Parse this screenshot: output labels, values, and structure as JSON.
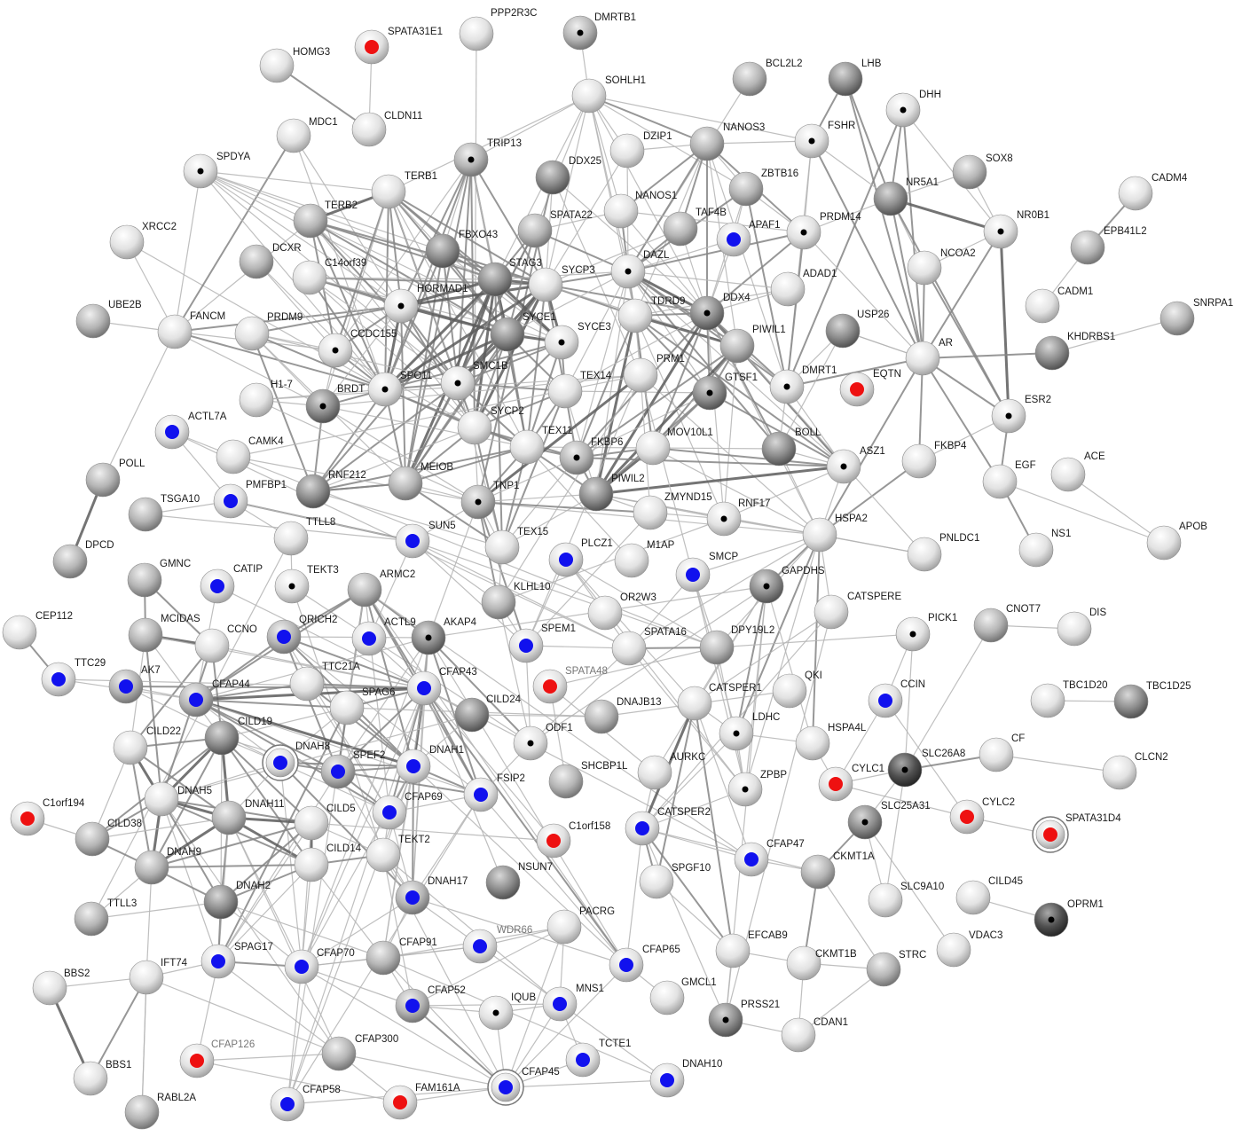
{
  "network": {
    "colors": {
      "background": "#ffffff",
      "mark_red": "#ee1111",
      "mark_blue": "#1111ee",
      "mark_black": "#000000"
    },
    "nodes": [
      {
        "id": "SPATA31E1",
        "mark": "red",
        "shade": "light"
      },
      {
        "id": "PPP2R3C",
        "shade": "light"
      },
      {
        "id": "DMRTB1",
        "mark": "black",
        "shade": "mid"
      },
      {
        "id": "HOMG3",
        "shade": "light"
      },
      {
        "id": "CLDN11",
        "shade": "light"
      },
      {
        "id": "MDC1",
        "shade": "light"
      },
      {
        "id": "SOHLH1",
        "shade": "light"
      },
      {
        "id": "BCL2L2",
        "shade": "mid"
      },
      {
        "id": "LHB",
        "shade": "dark"
      },
      {
        "id": "DHH",
        "mark": "black",
        "shade": "light"
      },
      {
        "id": "FSHR",
        "mark": "black",
        "shade": "light"
      },
      {
        "id": "DZIP1",
        "shade": "light"
      },
      {
        "id": "NANOS3",
        "shade": "mid"
      },
      {
        "id": "SPDYA",
        "mark": "black",
        "shade": "light"
      },
      {
        "id": "TRIP13",
        "mark": "black",
        "shade": "mid"
      },
      {
        "id": "DDX25",
        "shade": "dark"
      },
      {
        "id": "ZBTB16",
        "shade": "mid"
      },
      {
        "id": "SOX8",
        "shade": "mid"
      },
      {
        "id": "CADM4",
        "shade": "light"
      },
      {
        "id": "TERB1",
        "shade": "light"
      },
      {
        "id": "NANOS1",
        "shade": "light"
      },
      {
        "id": "TAF4B",
        "shade": "mid"
      },
      {
        "id": "NR5A1",
        "shade": "dark"
      },
      {
        "id": "TERB2",
        "shade": "mid"
      },
      {
        "id": "SPATA22",
        "shade": "mid"
      },
      {
        "id": "APAF1",
        "mark": "blue",
        "shade": "light"
      },
      {
        "id": "PRDM14",
        "mark": "black",
        "shade": "light"
      },
      {
        "id": "NR0B1",
        "mark": "black",
        "shade": "light"
      },
      {
        "id": "XRCC2",
        "shade": "light"
      },
      {
        "id": "FBXO43",
        "shade": "dark"
      },
      {
        "id": "EPB41L2",
        "shade": "mid"
      },
      {
        "id": "DCXR",
        "shade": "mid"
      },
      {
        "id": "C14orf39",
        "shade": "light"
      },
      {
        "id": "STAG3",
        "shade": "dark"
      },
      {
        "id": "SYCP3",
        "shade": "light"
      },
      {
        "id": "DAZL",
        "mark": "black",
        "shade": "light"
      },
      {
        "id": "NCOA2",
        "shade": "light"
      },
      {
        "id": "ADAD1",
        "shade": "light"
      },
      {
        "id": "HORMAD1",
        "mark": "black",
        "shade": "light"
      },
      {
        "id": "CADM1",
        "shade": "light"
      },
      {
        "id": "SNRPA1",
        "shade": "mid"
      },
      {
        "id": "UBE2B",
        "shade": "mid"
      },
      {
        "id": "FANCM",
        "shade": "light"
      },
      {
        "id": "PRDM9",
        "shade": "light"
      },
      {
        "id": "CCDC155",
        "mark": "black",
        "shade": "light"
      },
      {
        "id": "TDRD9",
        "shade": "light"
      },
      {
        "id": "DDX4",
        "mark": "black",
        "shade": "dark"
      },
      {
        "id": "SYCE1",
        "shade": "dark"
      },
      {
        "id": "USP26",
        "shade": "dark"
      },
      {
        "id": "SYCE3",
        "mark": "black",
        "shade": "light"
      },
      {
        "id": "PIWIL1",
        "shade": "mid"
      },
      {
        "id": "KHDRBS1",
        "shade": "dark"
      },
      {
        "id": "AR",
        "shade": "light"
      },
      {
        "id": "BRDT",
        "mark": "black",
        "shade": "dark"
      },
      {
        "id": "SPO11",
        "mark": "black",
        "shade": "light"
      },
      {
        "id": "SMC1B",
        "mark": "black",
        "shade": "light"
      },
      {
        "id": "PRM1",
        "shade": "light"
      },
      {
        "id": "H1-7",
        "shade": "light"
      },
      {
        "id": "TEX14",
        "shade": "light"
      },
      {
        "id": "GTSF1",
        "mark": "black",
        "shade": "dark"
      },
      {
        "id": "DMRT1",
        "mark": "black",
        "shade": "light"
      },
      {
        "id": "EQTN",
        "mark": "red",
        "shade": "light"
      },
      {
        "id": "ACTL7A",
        "mark": "blue",
        "shade": "light"
      },
      {
        "id": "SYCP2",
        "shade": "light"
      },
      {
        "id": "ESR2",
        "mark": "black",
        "shade": "light"
      },
      {
        "id": "CAMK4",
        "shade": "light"
      },
      {
        "id": "TEX11",
        "shade": "light"
      },
      {
        "id": "FKBP6",
        "mark": "black",
        "shade": "mid"
      },
      {
        "id": "MOV10L1",
        "shade": "light"
      },
      {
        "id": "BOLL",
        "shade": "dark"
      },
      {
        "id": "POLL",
        "shade": "mid"
      },
      {
        "id": "ASZ1",
        "mark": "black",
        "shade": "light"
      },
      {
        "id": "FKBP4",
        "shade": "light"
      },
      {
        "id": "MEIOB",
        "shade": "mid"
      },
      {
        "id": "EGF",
        "shade": "light"
      },
      {
        "id": "ACE",
        "shade": "light"
      },
      {
        "id": "PMFBP1",
        "mark": "blue",
        "shade": "light"
      },
      {
        "id": "RNF212",
        "shade": "dark"
      },
      {
        "id": "TSGA10",
        "shade": "mid"
      },
      {
        "id": "TNP1",
        "mark": "black",
        "shade": "mid"
      },
      {
        "id": "PIWIL2",
        "shade": "dark"
      },
      {
        "id": "ZMYND15",
        "shade": "light"
      },
      {
        "id": "RNF17",
        "mark": "black",
        "shade": "light"
      },
      {
        "id": "HSPA2",
        "shade": "light"
      },
      {
        "id": "TTLL8",
        "shade": "light"
      },
      {
        "id": "SUN5",
        "mark": "blue",
        "shade": "light"
      },
      {
        "id": "TEX15",
        "shade": "light"
      },
      {
        "id": "DPCD",
        "shade": "mid"
      },
      {
        "id": "APOB",
        "shade": "light"
      },
      {
        "id": "NS1",
        "shade": "light"
      },
      {
        "id": "PNLDC1",
        "shade": "light"
      },
      {
        "id": "PLCZ1",
        "mark": "blue",
        "shade": "light"
      },
      {
        "id": "M1AP",
        "shade": "light"
      },
      {
        "id": "SMCP",
        "mark": "blue",
        "shade": "light"
      },
      {
        "id": "GMNC",
        "shade": "mid"
      },
      {
        "id": "CATIP",
        "mark": "blue",
        "shade": "light"
      },
      {
        "id": "TEKT3",
        "mark": "black",
        "shade": "light"
      },
      {
        "id": "ARMC2",
        "shade": "mid"
      },
      {
        "id": "KLHL10",
        "shade": "mid"
      },
      {
        "id": "GAPDHS",
        "mark": "black",
        "shade": "dark"
      },
      {
        "id": "CATSPERE",
        "shade": "light"
      },
      {
        "id": "OR2W3",
        "shade": "light"
      },
      {
        "id": "CEP112",
        "shade": "light"
      },
      {
        "id": "MCIDAS",
        "shade": "mid"
      },
      {
        "id": "QRICH2",
        "mark": "blue",
        "shade": "mid"
      },
      {
        "id": "ACTL9",
        "mark": "blue",
        "shade": "light"
      },
      {
        "id": "AKAP4",
        "mark": "black",
        "shade": "dark"
      },
      {
        "id": "SPEM1",
        "mark": "blue",
        "shade": "light"
      },
      {
        "id": "CCNO",
        "shade": "light"
      },
      {
        "id": "SPATA16",
        "shade": "light"
      },
      {
        "id": "DPY19L2",
        "shade": "mid"
      },
      {
        "id": "PICK1",
        "mark": "black",
        "shade": "light"
      },
      {
        "id": "CNOT7",
        "shade": "mid"
      },
      {
        "id": "DIS",
        "shade": "light"
      },
      {
        "id": "TTC29",
        "mark": "blue",
        "shade": "light"
      },
      {
        "id": "AK7",
        "mark": "blue",
        "shade": "mid"
      },
      {
        "id": "TTC21A",
        "shade": "light"
      },
      {
        "id": "SPAG6",
        "shade": "light"
      },
      {
        "id": "CFAP43",
        "mark": "blue",
        "shade": "light"
      },
      {
        "id": "SPATA48",
        "mark": "red",
        "shade": "light"
      },
      {
        "id": "QKI",
        "shade": "light"
      },
      {
        "id": "CCIN",
        "mark": "blue",
        "shade": "light"
      },
      {
        "id": "TBC1D20",
        "shade": "light"
      },
      {
        "id": "TBC1D25",
        "shade": "dark"
      },
      {
        "id": "CFAP44",
        "mark": "blue",
        "shade": "mid"
      },
      {
        "id": "CILD24",
        "shade": "dark"
      },
      {
        "id": "DNAJB13",
        "shade": "mid"
      },
      {
        "id": "CATSPER1",
        "shade": "light"
      },
      {
        "id": "CILD19",
        "shade": "dark"
      },
      {
        "id": "ODF1",
        "mark": "black",
        "shade": "light"
      },
      {
        "id": "LDHC",
        "mark": "black",
        "shade": "light"
      },
      {
        "id": "HSPA4L",
        "shade": "light"
      },
      {
        "id": "CF",
        "shade": "light"
      },
      {
        "id": "CILD22",
        "shade": "light"
      },
      {
        "id": "DNAH8",
        "mark": "blue",
        "ring": true,
        "shade": "light"
      },
      {
        "id": "SPEF2",
        "mark": "blue",
        "shade": "mid"
      },
      {
        "id": "DNAH1",
        "mark": "blue",
        "shade": "light"
      },
      {
        "id": "SHCBP1L",
        "shade": "mid"
      },
      {
        "id": "AURKC",
        "shade": "light"
      },
      {
        "id": "SLC26A8",
        "mark": "black",
        "shade": "vdark"
      },
      {
        "id": "CLCN2",
        "shade": "light"
      },
      {
        "id": "DNAH5",
        "shade": "light"
      },
      {
        "id": "FSIP2",
        "mark": "blue",
        "shade": "light"
      },
      {
        "id": "ZPBP",
        "mark": "black",
        "shade": "light"
      },
      {
        "id": "CYLC1",
        "mark": "red",
        "shade": "light"
      },
      {
        "id": "C1orf194",
        "mark": "red",
        "shade": "light"
      },
      {
        "id": "DNAH11",
        "shade": "mid"
      },
      {
        "id": "CFAP69",
        "mark": "blue",
        "shade": "light"
      },
      {
        "id": "CYLC2",
        "mark": "red",
        "shade": "light"
      },
      {
        "id": "SLC25A31",
        "mark": "black",
        "shade": "dark"
      },
      {
        "id": "SPATA31D4",
        "mark": "red",
        "ring": true,
        "shade": "light"
      },
      {
        "id": "CILD38",
        "shade": "mid"
      },
      {
        "id": "CILD5",
        "shade": "light"
      },
      {
        "id": "CATSPER2",
        "mark": "blue",
        "shade": "light"
      },
      {
        "id": "C1orf158",
        "mark": "red",
        "shade": "light"
      },
      {
        "id": "CILD14",
        "shade": "light"
      },
      {
        "id": "TEKT2",
        "shade": "light"
      },
      {
        "id": "CFAP47",
        "mark": "blue",
        "shade": "light"
      },
      {
        "id": "DNAH9",
        "shade": "mid"
      },
      {
        "id": "NSUN7",
        "shade": "dark"
      },
      {
        "id": "SPGF10",
        "shade": "light"
      },
      {
        "id": "CKMT1A",
        "shade": "mid"
      },
      {
        "id": "CILD45",
        "shade": "light"
      },
      {
        "id": "DNAH17",
        "mark": "blue",
        "shade": "mid"
      },
      {
        "id": "SLC9A10",
        "shade": "light"
      },
      {
        "id": "DNAH2",
        "shade": "dark"
      },
      {
        "id": "OPRM1",
        "mark": "black",
        "shade": "vdark"
      },
      {
        "id": "TTLL3",
        "shade": "mid"
      },
      {
        "id": "PACRG",
        "shade": "light"
      },
      {
        "id": "WDR66",
        "mark": "blue",
        "shade": "light"
      },
      {
        "id": "EFCAB9",
        "shade": "light"
      },
      {
        "id": "VDAC3",
        "shade": "light"
      },
      {
        "id": "CFAP91",
        "shade": "mid"
      },
      {
        "id": "SPAG17",
        "mark": "blue",
        "shade": "light"
      },
      {
        "id": "CFAP70",
        "mark": "blue",
        "shade": "light"
      },
      {
        "id": "STRC",
        "shade": "mid"
      },
      {
        "id": "CKMT1B",
        "shade": "light"
      },
      {
        "id": "CFAP65",
        "mark": "blue",
        "shade": "light"
      },
      {
        "id": "BBS2",
        "shade": "light"
      },
      {
        "id": "IFT74",
        "shade": "light"
      },
      {
        "id": "GMCL1",
        "shade": "light"
      },
      {
        "id": "CFAP52",
        "mark": "blue",
        "shade": "mid"
      },
      {
        "id": "IQUB",
        "mark": "black",
        "shade": "light"
      },
      {
        "id": "MNS1",
        "mark": "blue",
        "shade": "light"
      },
      {
        "id": "PRSS21",
        "mark": "black",
        "shade": "dark"
      },
      {
        "id": "CDAN1",
        "shade": "light"
      },
      {
        "id": "CFAP126",
        "mark": "red",
        "shade": "light"
      },
      {
        "id": "CFAP300",
        "shade": "mid"
      },
      {
        "id": "TCTE1",
        "mark": "blue",
        "shade": "light"
      },
      {
        "id": "BBS1",
        "shade": "light"
      },
      {
        "id": "CFAP45",
        "mark": "blue",
        "ring": true,
        "shade": "light"
      },
      {
        "id": "DNAH10",
        "mark": "blue",
        "shade": "light"
      },
      {
        "id": "FAM161A",
        "mark": "red",
        "shade": "light"
      },
      {
        "id": "CFAP58",
        "mark": "blue",
        "shade": "light"
      },
      {
        "id": "RABL2A",
        "shade": "mid"
      }
    ]
  }
}
